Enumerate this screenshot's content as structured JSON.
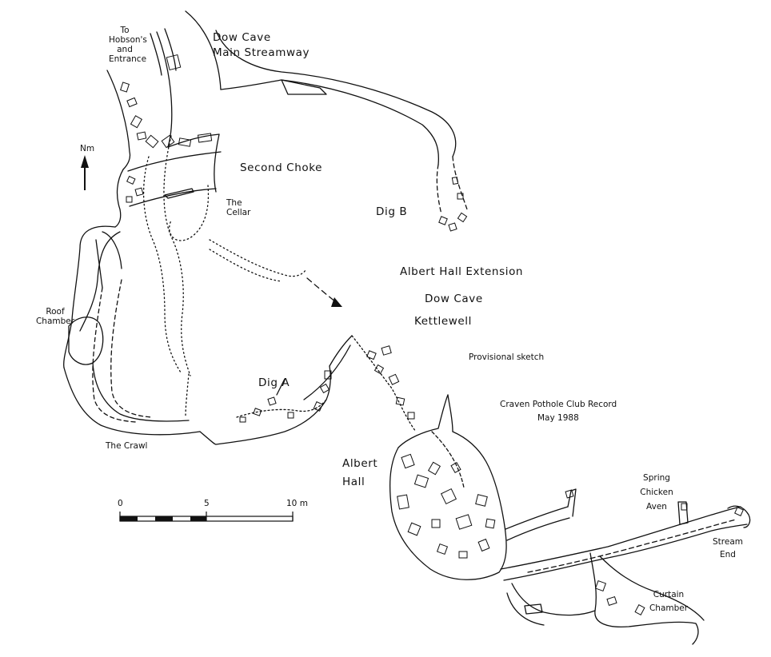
{
  "survey": {
    "title": "Albert Hall Extension",
    "cave": "Dow Cave",
    "location": "Kettlewell",
    "status": "Provisional sketch",
    "credit": "Craven Pothole Club Record",
    "date": "May 1988"
  },
  "labels": {
    "to_hobsons_1": "To",
    "to_hobsons_2": "Hobson's",
    "to_hobsons_3": "and",
    "to_hobsons_4": "Entrance",
    "main_streamway_1": "Dow Cave",
    "main_streamway_2": "Main Streamway",
    "second_choke": "Second Choke",
    "the_cellar_1": "The",
    "the_cellar_2": "Cellar",
    "dig_b": "Dig B",
    "dig_a": "Dig A",
    "roof_chamber_1": "Roof",
    "roof_chamber_2": "Chamber",
    "the_crawl": "The Crawl",
    "albert_hall_1": "Albert",
    "albert_hall_2": "Hall",
    "spring_chicken_1": "Spring",
    "spring_chicken_2": "Chicken",
    "spring_chicken_3": "Aven",
    "stream_end_1": "Stream",
    "stream_end_2": "End",
    "curtain_chamber_1": "Curtain",
    "curtain_chamber_2": "Chamber"
  },
  "north_arrow": {
    "label": "Nm"
  },
  "scale_bar": {
    "tick_0": "0",
    "tick_5": "5",
    "tick_10": "10 m"
  },
  "colors": {
    "ink": "#111111",
    "paper": "#ffffff"
  }
}
